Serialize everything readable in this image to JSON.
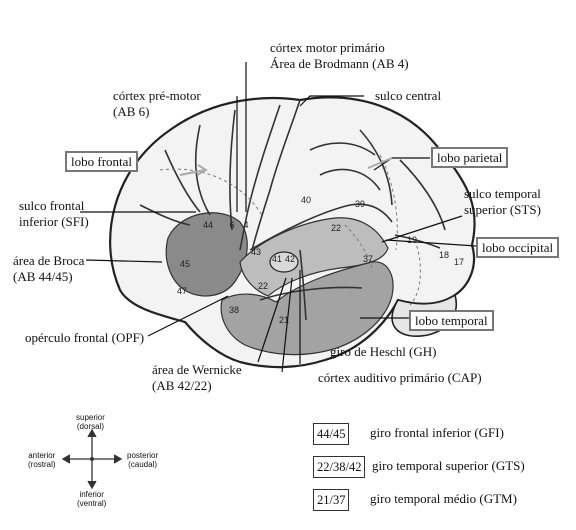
{
  "labels": {
    "motor_primary_1": "córtex motor primário",
    "motor_primary_2": "Área de Brodmann (AB 4)",
    "premotor_1": "córtex pré-motor",
    "premotor_2": "(AB 6)",
    "central_sulcus": "sulco central",
    "frontal_lobe": "lobo frontal",
    "parietal_lobe": "lobo parietal",
    "ifs_1": "sulco frontal",
    "ifs_2": "inferior (SFI)",
    "sts_1": "sulco temporal",
    "sts_2": "superior (STS)",
    "broca_1": "área de Broca",
    "broca_2": "(AB 44/45)",
    "occipital_lobe": "lobo occipital",
    "temporal_lobe": "lobo temporal",
    "opf": "opérculo frontal (OPF)",
    "heschl": "giro de Heschl (GH)",
    "wernicke_1": "área de Wernicke",
    "wernicke_2": "(AB 42/22)",
    "cap": "córtex auditivo primário (CAP)"
  },
  "brodmann_areas": [
    "6",
    "4",
    "40",
    "39",
    "44",
    "45",
    "47",
    "43",
    "41",
    "42",
    "22",
    "22",
    "38",
    "21",
    "37",
    "19",
    "18",
    "17"
  ],
  "compass": {
    "top_1": "superior",
    "top_2": "(dorsal)",
    "left_1": "anterior",
    "left_2": "(rostral)",
    "right_1": "posterior",
    "right_2": "(caudal)",
    "bottom_1": "inferior",
    "bottom_2": "(ventral)"
  },
  "legend": [
    {
      "code": "44/45",
      "text": "giro frontal inferior (GFI)"
    },
    {
      "code": "22/38/42",
      "text": "giro temporal superior (GTS)"
    },
    {
      "code": "21/37",
      "text": "giro temporal médio (GTM)"
    }
  ],
  "colors": {
    "gfi_shade": "#8a8a8a",
    "gts_shade": "#bdbdbd",
    "gtm_shade": "#a3a3a3",
    "outline": "#222222"
  }
}
